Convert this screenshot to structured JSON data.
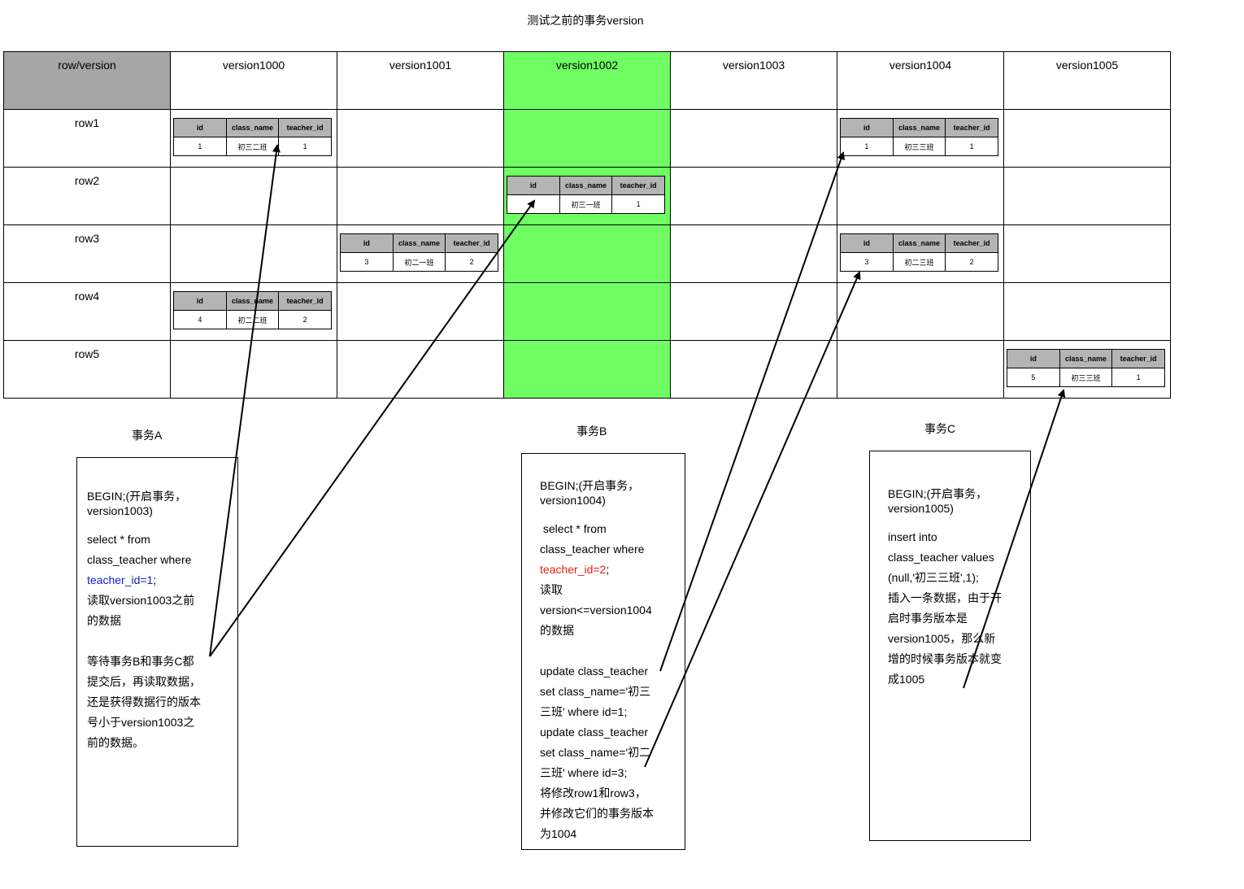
{
  "title": "测试之前的事务version",
  "grid": {
    "corner": "row/version",
    "versions": [
      "version1000",
      "version1001",
      "version1002",
      "version1003",
      "version1004",
      "version1005"
    ],
    "rows": [
      "row1",
      "row2",
      "row3",
      "row4",
      "row5"
    ],
    "highlight_color": "#6ffd63",
    "mini_headers": [
      "id",
      "class_name",
      "teacher_id"
    ],
    "cells": {
      "r1_v1000": [
        "1",
        "初三二班",
        "1"
      ],
      "r1_v1004": [
        "1",
        "初三三班",
        "1"
      ],
      "r2_v1002": [
        "",
        "初三一班",
        "1"
      ],
      "r3_v1001": [
        "3",
        "初二一班",
        "2"
      ],
      "r3_v1004": [
        "3",
        "初二三班",
        "2"
      ],
      "r4_v1000": [
        "4",
        "初二二班",
        "2"
      ],
      "r5_v1005": [
        "5",
        "初三三班",
        "1"
      ]
    }
  },
  "txA": {
    "label": "事务A",
    "begin": "BEGIN;(开启事务，version1003)",
    "lines": [
      "select * from",
      "class_teacher where"
    ],
    "highlight": "teacher_id=1",
    "semi": ";",
    "after": [
      "读取version1003之前",
      "的数据"
    ],
    "wait": [
      "等待事务B和事务C都",
      "提交后，再读取数据，",
      "还是获得数据行的版本",
      "号小于version1003之",
      "前的数据。"
    ]
  },
  "txB": {
    "label": "事务B",
    "begin": "BEGIN;(开启事务，version1004)",
    "lines": [
      " select * from",
      "class_teacher where"
    ],
    "highlight": "teacher_id=2",
    "semi": ";",
    "after": [
      "读取",
      "version<=version1004",
      "的数据"
    ],
    "update": [
      "update class_teacher",
      "set class_name='初三",
      "三班' where id=1;",
      "update class_teacher",
      "set class_name='初二",
      "三班' where id=3;",
      "将修改row1和row3，",
      "并修改它们的事务版本",
      "为1004"
    ]
  },
  "txC": {
    "label": "事务C",
    "begin": "BEGIN;(开启事务，version1005)",
    "lines": [
      "insert into",
      "class_teacher values",
      "(null,'初三三班',1);",
      "插入一条数据，由于开",
      "启时事务版本是",
      "version1005，那么新",
      "增的时候事务版本就变",
      "成1005"
    ]
  }
}
